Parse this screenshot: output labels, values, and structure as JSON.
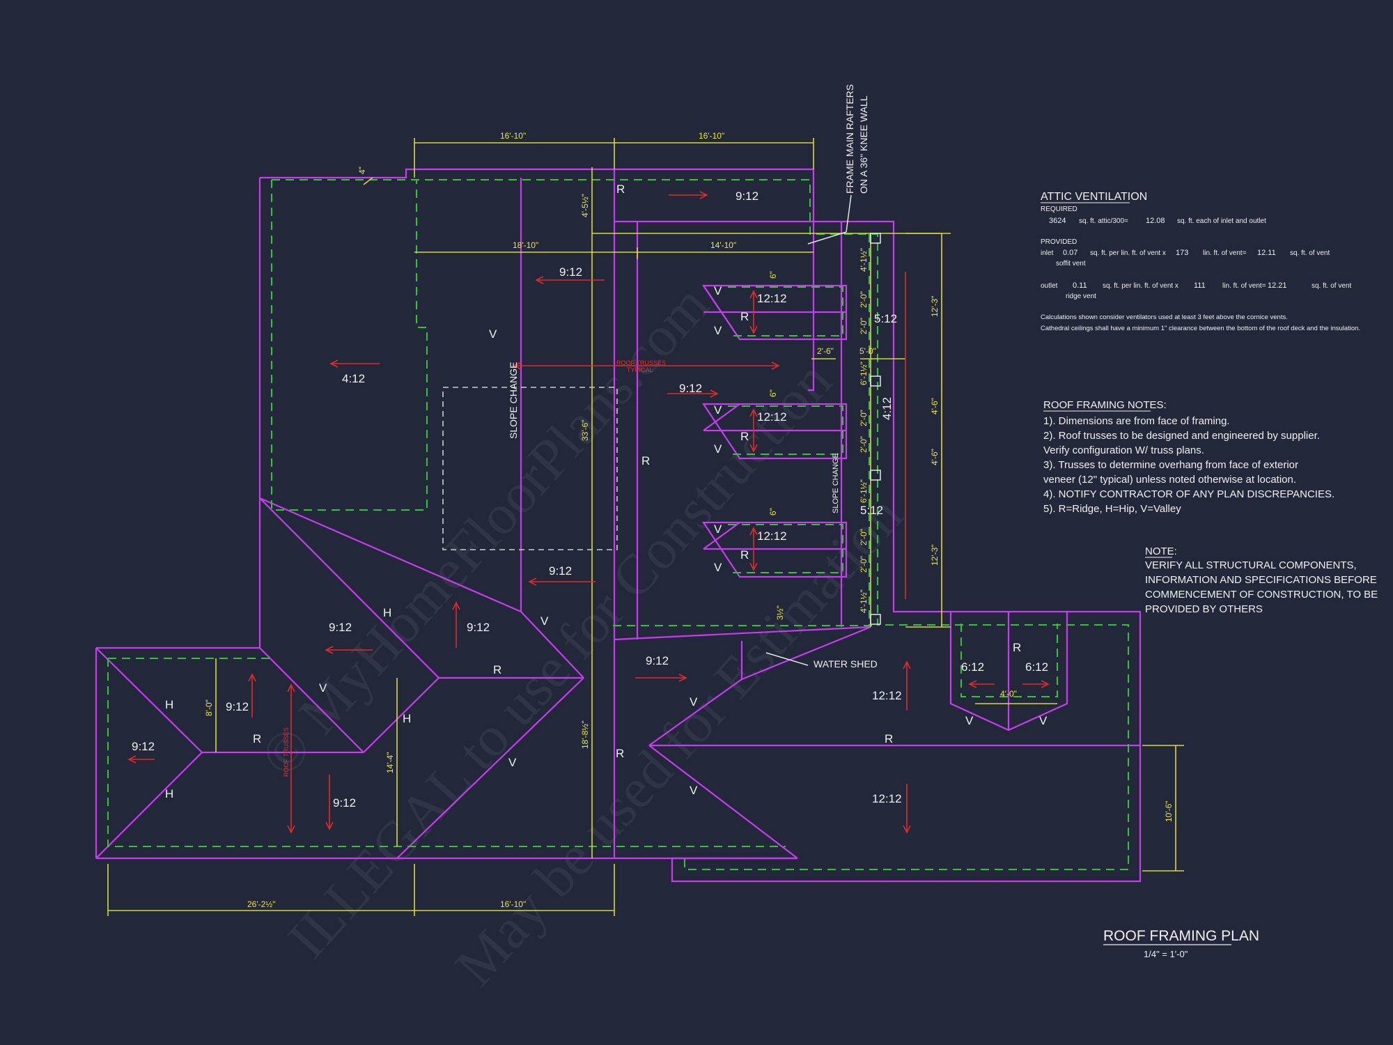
{
  "watermark": {
    "line1": "© MyHomeFloorPlans.com",
    "line2": "ILLEGAL to use for Construction",
    "line3": "May be used for Estimation"
  },
  "drawing": {
    "title": "ROOF FRAMING PLAN",
    "scale": "1/4\" = 1'-0\"",
    "callout_knee_wall_1": "FRAME MAIN RAFTERS",
    "callout_knee_wall_2": "ON A 36\" KNEE WALL",
    "callout_water_shed": "WATER SHED",
    "slope_change_1": "SLOPE CHANGE",
    "slope_change_2": "SLOPE CHANGE",
    "roof_trusses_1": "ROOF TRUSSES",
    "roof_trusses_2": "TYPICAL",
    "roof_trusses_3": "ROOF TRUSSES",
    "pitches": {
      "p_top": "9:12",
      "p_upper_mid": "9:12",
      "p_4_12": "4:12",
      "p_center": "9:12",
      "p_lower_center": "9:12",
      "p_left_1": "9:12",
      "p_left_2": "9:12",
      "p_left_wing": "9:12",
      "p_left_wing_b": "9:12",
      "p_left_bottom": "9:12",
      "p_right_low": "9:12",
      "p_bay1": "12:12",
      "p_bay2": "12:12",
      "p_bay3": "12:12",
      "p_5_12a": "5:12",
      "p_5_12b": "5:12",
      "p_4_12_side": "4:12",
      "p_garage_top": "12:12",
      "p_garage_bot": "12:12",
      "p_porch_l": "6:12",
      "p_porch_r": "6:12"
    },
    "dims": {
      "d_top_1": "16'-10\"",
      "d_top_2": "16'-10\"",
      "d_upper_1": "18'-10\"",
      "d_upper_2": "14'-10\"",
      "d_4in": "4\"",
      "d_4_5half": "4'-5½\"",
      "d_33_6": "33'-6\"",
      "d_18_8half": "18'-8½\"",
      "d_8_0": "8'-0\"",
      "d_14_4": "14'-4\"",
      "d_bot_1": "26'-2½\"",
      "d_bot_2": "16'-10\"",
      "d_10_6": "10'-6\"",
      "d_12_3a": "12'-3\"",
      "d_4_6a": "4'-6\"",
      "d_4_6b": "4'-6\"",
      "d_12_3b": "12'-3\"",
      "d_4_1half": "4'-1½\"",
      "d_2_0a": "2'-0\"",
      "d_2_0b": "2'-0\"",
      "d_6_1half": "6'-1½\"",
      "d_2_0c": "2'-0\"",
      "d_2_0d": "2'-0\"",
      "d_6_1halfb": "6'-1½\"",
      "d_2_0e": "2'-0\"",
      "d_2_0f": "2'-0\"",
      "d_4_1halfb": "4'-1½\"",
      "d_2_6": "2'-6\"",
      "d_5_0": "5'-0\"",
      "d_6a": "6\"",
      "d_6b": "6\"",
      "d_6c": "6\"",
      "d_3half": "3½\"",
      "d_4_0": "4'-0\""
    }
  },
  "attic_ventilation": {
    "title": "ATTIC  VENTILATION",
    "required_label": "REQUIRED",
    "req_attic_sqft": "3624",
    "req_text_1": "sq. ft. attic/300=",
    "req_result": "12.08",
    "req_text_2": "sq. ft. each of inlet and outlet",
    "provided_label": "PROVIDED",
    "inlet_label": "inlet",
    "inlet_rate": "0.07",
    "inlet_text_1": "sq. ft. per lin. ft. of vent x",
    "inlet_len": "173",
    "inlet_text_2": "lin. ft. of vent=",
    "inlet_total": "12.11",
    "inlet_text_3": "sq. ft. of vent",
    "inlet_type": "soffit vent",
    "outlet_label": "outlet",
    "outlet_rate": "0.11",
    "outlet_text_1": "sq. ft. per lin. ft. of vent x",
    "outlet_len": "111",
    "outlet_text_2": "lin. ft. of vent=",
    "outlet_total": "12.21",
    "outlet_text_3": "sq. ft. of vent",
    "outlet_type": "ridge vent",
    "calc_note_1": "Calculations shown consider ventilators used at least 3 feet above the cornice vents.",
    "calc_note_2": "Cathedral ceilings shall have a minimum 1\" clearance between the bottom of the roof deck and the insulation."
  },
  "roof_notes": {
    "title": "ROOF FRAMING NOTES:",
    "n1": "1). Dimensions are from face of framing.",
    "n2a": "2). Roof trusses to be designed and engineered by supplier.",
    "n2b": "Verify configuration W/ truss plans.",
    "n3a": "3). Trusses to determine overhang from face of exterior",
    "n3b": "veneer (12\" typical) unless noted otherwise at location.",
    "n4": "4). NOTIFY CONTRACTOR OF ANY PLAN DISCREPANCIES.",
    "n5": "5). R=Ridge, H=Hip, V=Valley"
  },
  "general_note": {
    "title": "NOTE:",
    "l1": "VERIFY ALL STRUCTURAL COMPONENTS,",
    "l2": "INFORMATION AND SPECIFICATIONS BEFORE",
    "l3": "COMMENCEMENT OF CONSTRUCTION, TO BE",
    "l4": "PROVIDED BY OTHERS"
  },
  "colors": {
    "background": "#22273a",
    "roof_outline": "#c83cf0",
    "wall_line": "#36c236",
    "dimension": "#d8d83a",
    "arrow": "#e02b2b"
  }
}
